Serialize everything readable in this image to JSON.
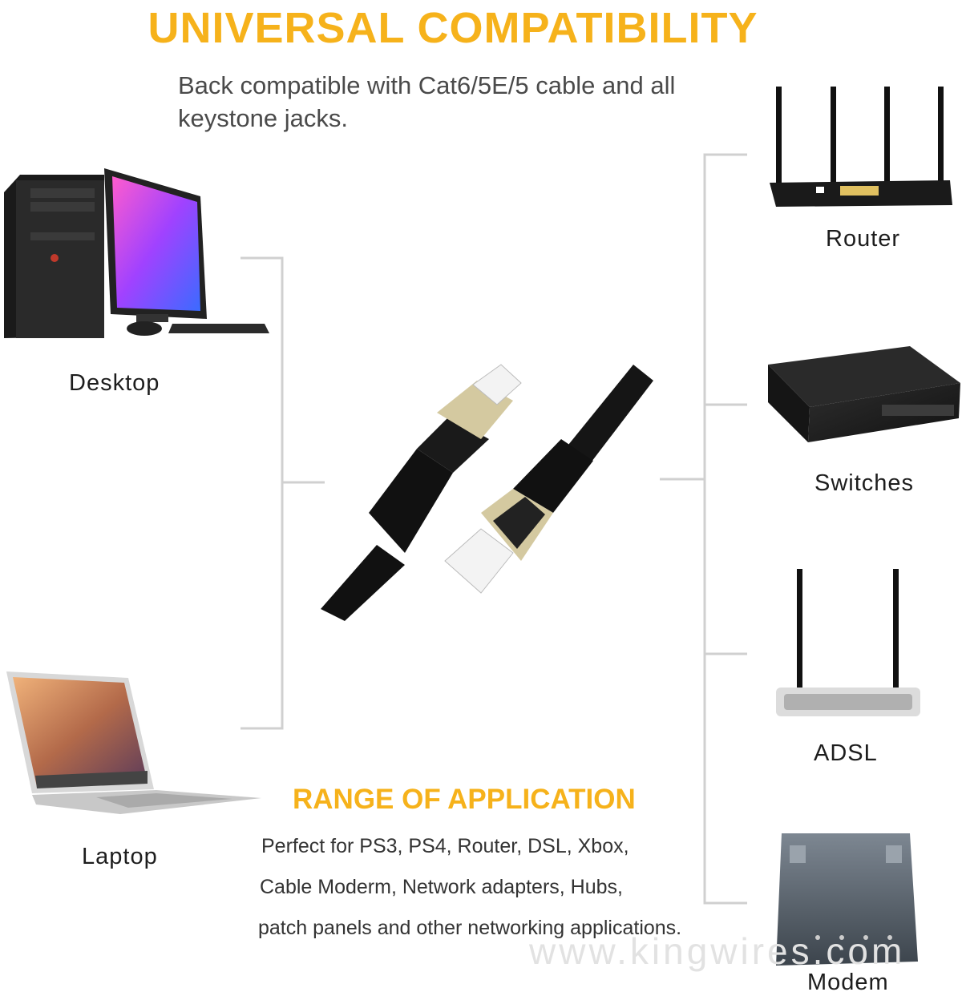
{
  "heading": {
    "title": "UNIVERSAL COMPATIBILITY",
    "subtitle_line1": "Back compatible with Cat6/5E/5 cable and all",
    "subtitle_line2": "keystone jacks."
  },
  "devices": {
    "desktop": "Desktop",
    "laptop": "Laptop",
    "router": "Router",
    "switches": "Switches",
    "adsl": "ADSL",
    "modem": "Modem"
  },
  "application": {
    "title": "RANGE OF APPLICATION",
    "line1": "Perfect for PS3, PS4, Router, DSL, Xbox,",
    "line2": "Cable Moderm, Network adapters, Hubs,",
    "line3": "patch panels and other networking applications."
  },
  "watermark": "www.kingwires.com",
  "colors": {
    "accent": "#f6b21b",
    "bracket": "#cfcfcf",
    "text": "#333333"
  }
}
